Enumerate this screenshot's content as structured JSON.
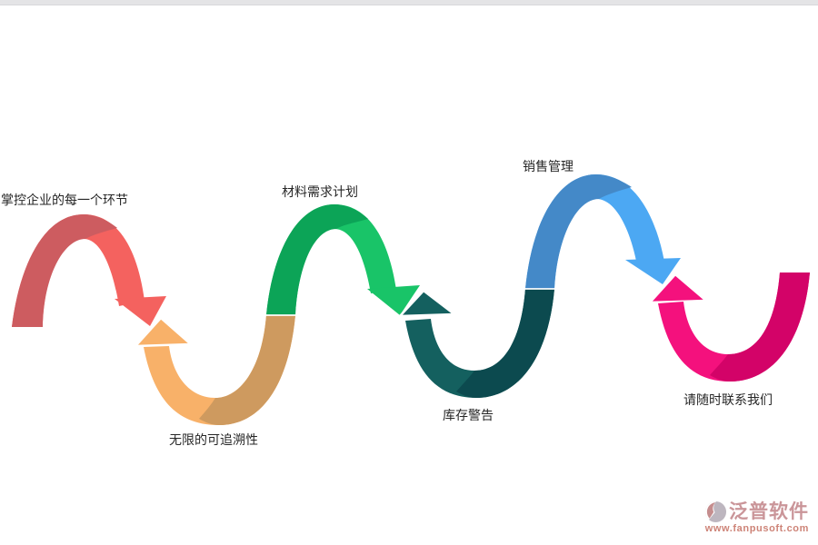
{
  "page": {
    "background": "#ffffff",
    "topbar_color": "#e4e4e6",
    "label_color": "#262626"
  },
  "waves": [
    {
      "id": "control",
      "label": "掌控企业的每一个环节",
      "shape": "hill",
      "bright": "#f4625f",
      "dark": "#cd5c60"
    },
    {
      "id": "traceability",
      "label": "无限的可追溯性",
      "shape": "valley",
      "bright": "#f8b169",
      "dark": "#ce9a5f"
    },
    {
      "id": "mrp",
      "label": "材料需求计划",
      "shape": "hill",
      "bright": "#19c468",
      "dark": "#0ca457"
    },
    {
      "id": "inventory-alert",
      "label": "库存警告",
      "shape": "valley",
      "bright": "#14605f",
      "dark": "#0c4a4f"
    },
    {
      "id": "sales",
      "label": "销售管理",
      "shape": "hill",
      "bright": "#4ca8f3",
      "dark": "#4489c8"
    },
    {
      "id": "contact",
      "label": "请随时联系我们",
      "shape": "valley",
      "bright": "#f4117d",
      "dark": "#d30368"
    }
  ],
  "watermark": {
    "brand": "泛普软件",
    "url": "www.fanpusoft.com",
    "brand_color": "#c89094",
    "url_color": "#cb7d70",
    "icon_rose": "#c28788",
    "icon_gray": "#bab3bc"
  }
}
